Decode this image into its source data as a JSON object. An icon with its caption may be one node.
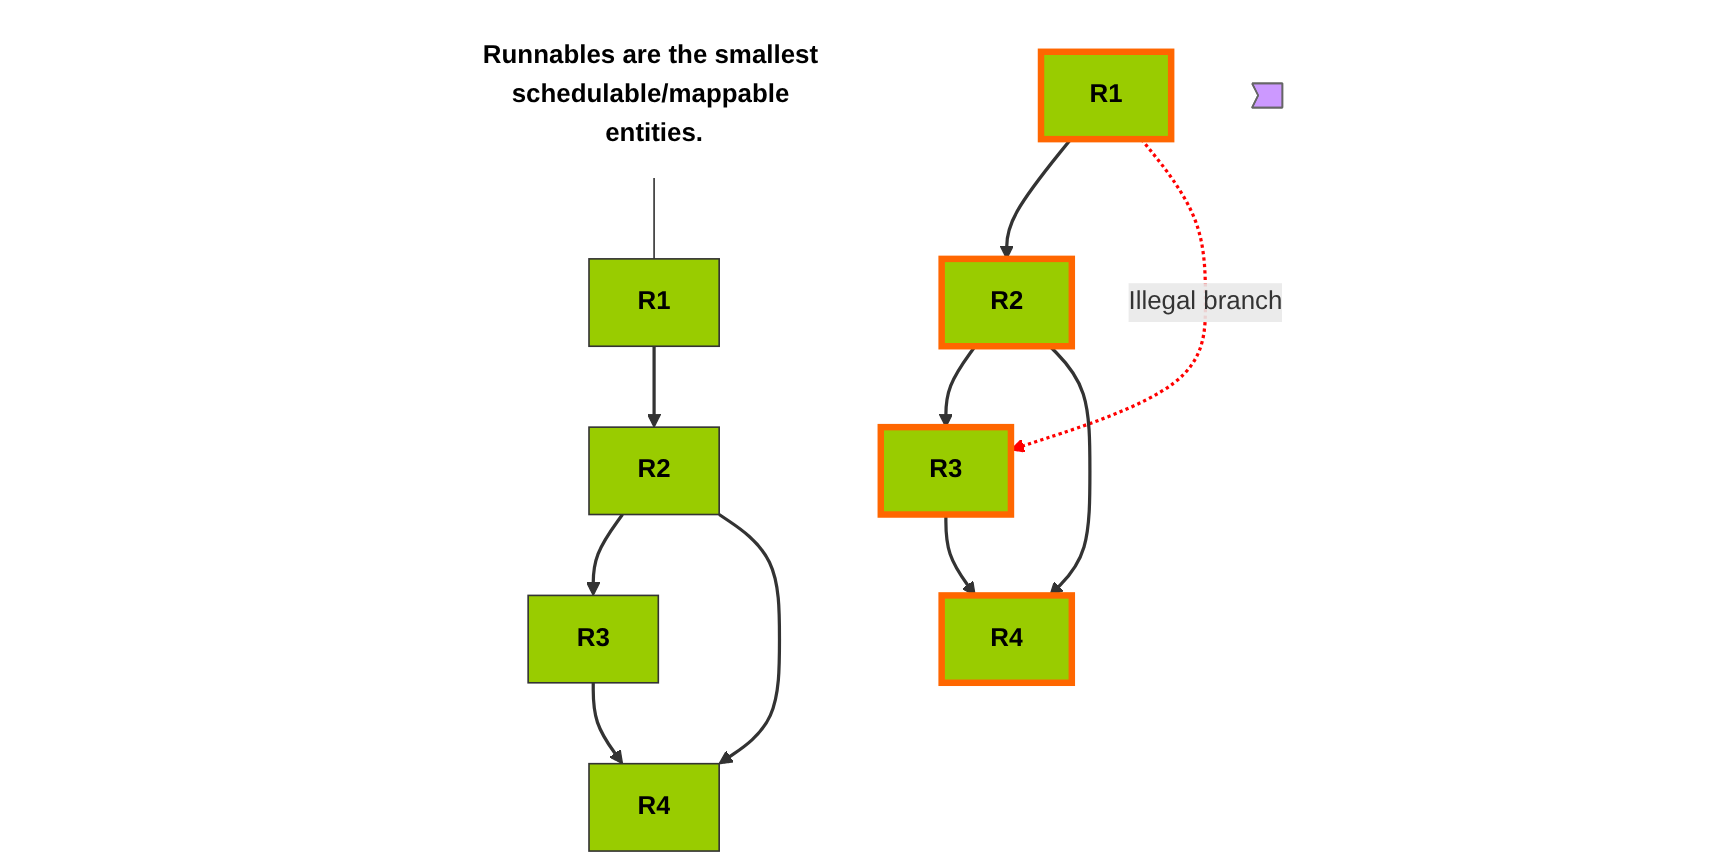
{
  "diagram": {
    "nodes": [
      {
        "text": [
          "R1"
        ]
      },
      {
        "text": [
          "Runnables are the smallest schedulable/mappable entities."
        ]
      },
      {
        "text": [
          "R1"
        ]
      },
      {
        "text": [
          "R2"
        ]
      },
      {
        "text": [],
        "shape": "arrow"
      },
      {
        "text": [
          "R2"
        ]
      },
      {
        "text": [
          "R3"
        ]
      },
      {
        "text": [
          "R3"
        ]
      },
      {
        "text": [
          "R4"
        ]
      },
      {
        "text": [
          "R4"
        ]
      }
    ],
    "edges": [
      {
        "from": 1,
        "to": 0,
        "arrow": "none"
      },
      {
        "from": 0,
        "to": 3,
        "arrow": "to"
      },
      {
        "from": 3,
        "to": 6,
        "arrow": "to"
      },
      {
        "from": 3,
        "to": 8,
        "arrow": "to"
      },
      {
        "from": 6,
        "to": 8,
        "arrow": "to"
      },
      {
        "from": 2,
        "to": 5,
        "arrow": "to"
      },
      {
        "from": 2,
        "to": 7,
        "arrow": "to",
        "label": "Illegal branch",
        "style": "dashed",
        "color": "#ff0000"
      },
      {
        "from": 5,
        "to": 7,
        "arrow": "to"
      },
      {
        "from": 5,
        "to": 9,
        "arrow": "to"
      },
      {
        "from": 7,
        "to": 9,
        "arrow": "to"
      }
    ]
  }
}
